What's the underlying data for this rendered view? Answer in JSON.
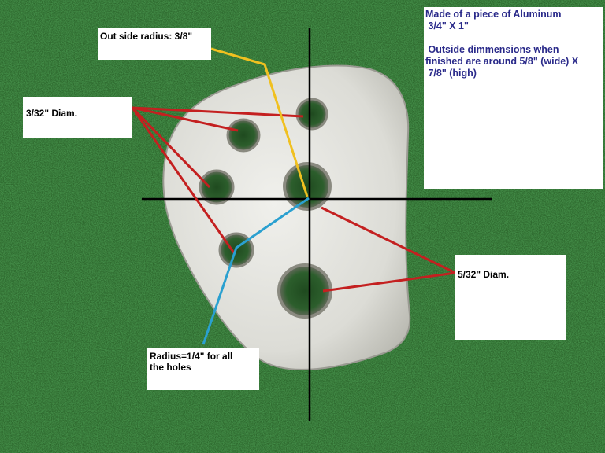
{
  "labels": {
    "outside_radius": "Out side radius: 3/8\"",
    "small_diam": "3/32\" Diam.",
    "large_diam": "5/32\" Diam.",
    "radius_line1": "Radius=1/4\" for all",
    "radius_line2": "the holes"
  },
  "note": {
    "line1": "Made of a piece of Aluminum",
    "line2": " 3/4\" X 1\"",
    "line3": "",
    "line4": " Outside dimmensions when",
    "line5": "finished are around 5/8\" (wide) X",
    "line6": " 7/8\" (high)"
  },
  "colors": {
    "background": "#2f6b2f",
    "plate": "#e6e6e2",
    "crosshair": "#000000",
    "red_leader": "#c42020",
    "yellow_leader": "#f0c020",
    "blue_leader": "#2aa0d0",
    "note_text": "#2a2a8a"
  }
}
